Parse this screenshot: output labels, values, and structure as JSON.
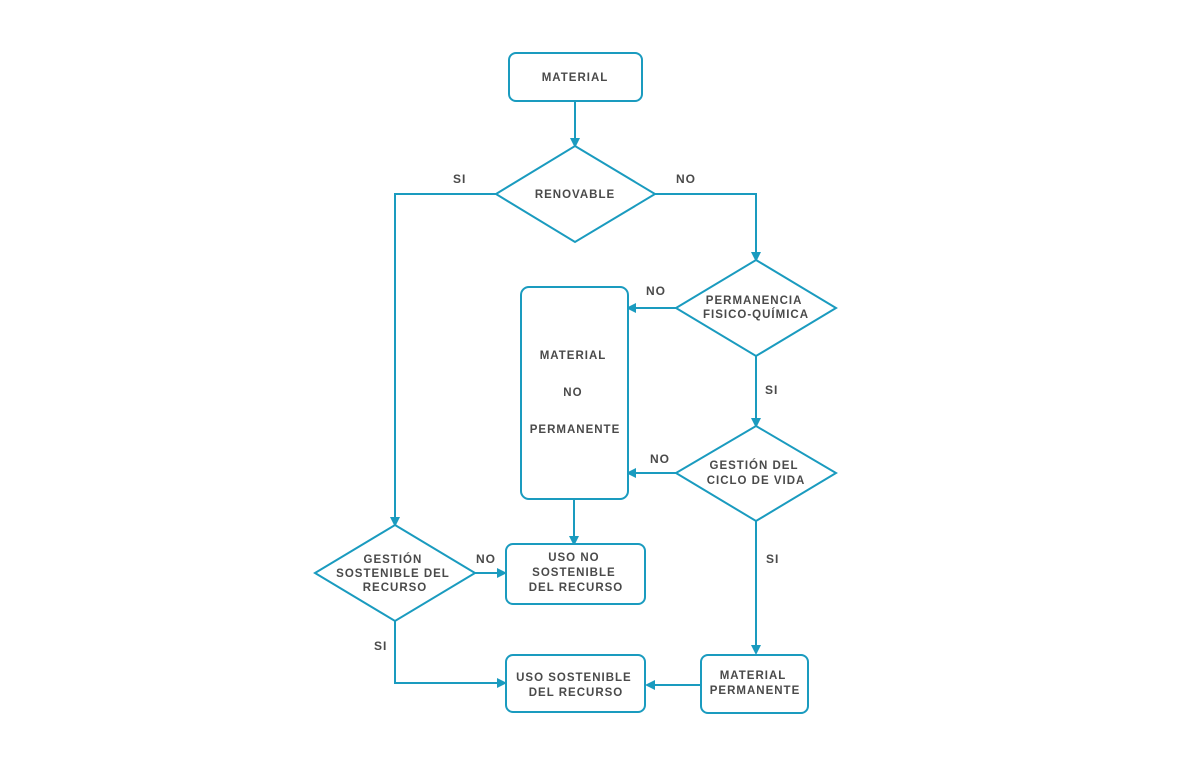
{
  "colors": {
    "stroke": "#1a9bbf",
    "text": "#4a4a4a",
    "background": "#ffffff"
  },
  "nodes": {
    "material": {
      "lines": [
        "MATERIAL"
      ]
    },
    "renovable": {
      "lines": [
        "RENOVABLE"
      ]
    },
    "permanencia": {
      "lines": [
        "PERMANENCIA",
        "FISICO-QUÍMICA"
      ]
    },
    "material_no_permanente": {
      "lines": [
        "MATERIAL",
        "NO",
        "PERMANENTE"
      ]
    },
    "gestion_ciclo": {
      "lines": [
        "GESTIÓN DEL",
        "CICLO DE VIDA"
      ]
    },
    "gestion_sostenible": {
      "lines": [
        "GESTIÓN",
        "SOSTENIBLE DEL",
        "RECURSO"
      ]
    },
    "uso_no_sostenible": {
      "lines": [
        "USO NO",
        "SOSTENIBLE",
        "DEL RECURSO"
      ]
    },
    "uso_sostenible": {
      "lines": [
        "USO SOSTENIBLE",
        "DEL RECURSO"
      ]
    },
    "material_permanente": {
      "lines": [
        "MATERIAL",
        "PERMANENTE"
      ]
    }
  },
  "edge_labels": {
    "renovable_si": "SI",
    "renovable_no": "NO",
    "permanencia_no": "NO",
    "permanencia_si": "SI",
    "ciclo_no": "NO",
    "ciclo_si": "SI",
    "sostenible_no": "NO",
    "sostenible_si": "SI"
  }
}
